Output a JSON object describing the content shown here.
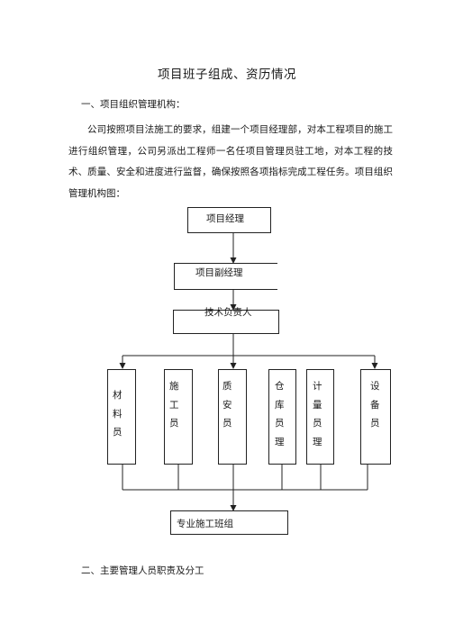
{
  "document": {
    "title": "项目班子组成、资历情况",
    "section1_heading": "一、项目组织管理机构：",
    "paragraph": "公司按照项目法施工的要求，组建一个项目经理部，对本工程项目的施工进行组织管理，公司另派出工程师一名任项目管理员驻工地，对本工程的技术、质量、安全和进度进行监督，确保按照各项指标完成工程任务。项目组织管理机构图：",
    "section2_heading": "二、主要管理人员职责及分工"
  },
  "org_chart": {
    "project_manager": "项目经理",
    "deputy_manager": "项目副经理",
    "technical_lead": "技术负责人",
    "roles": [
      "材料员",
      "施工员",
      "质安员",
      "仓库员理",
      "计量员理",
      "设备员"
    ],
    "team": "专业施工班组"
  }
}
